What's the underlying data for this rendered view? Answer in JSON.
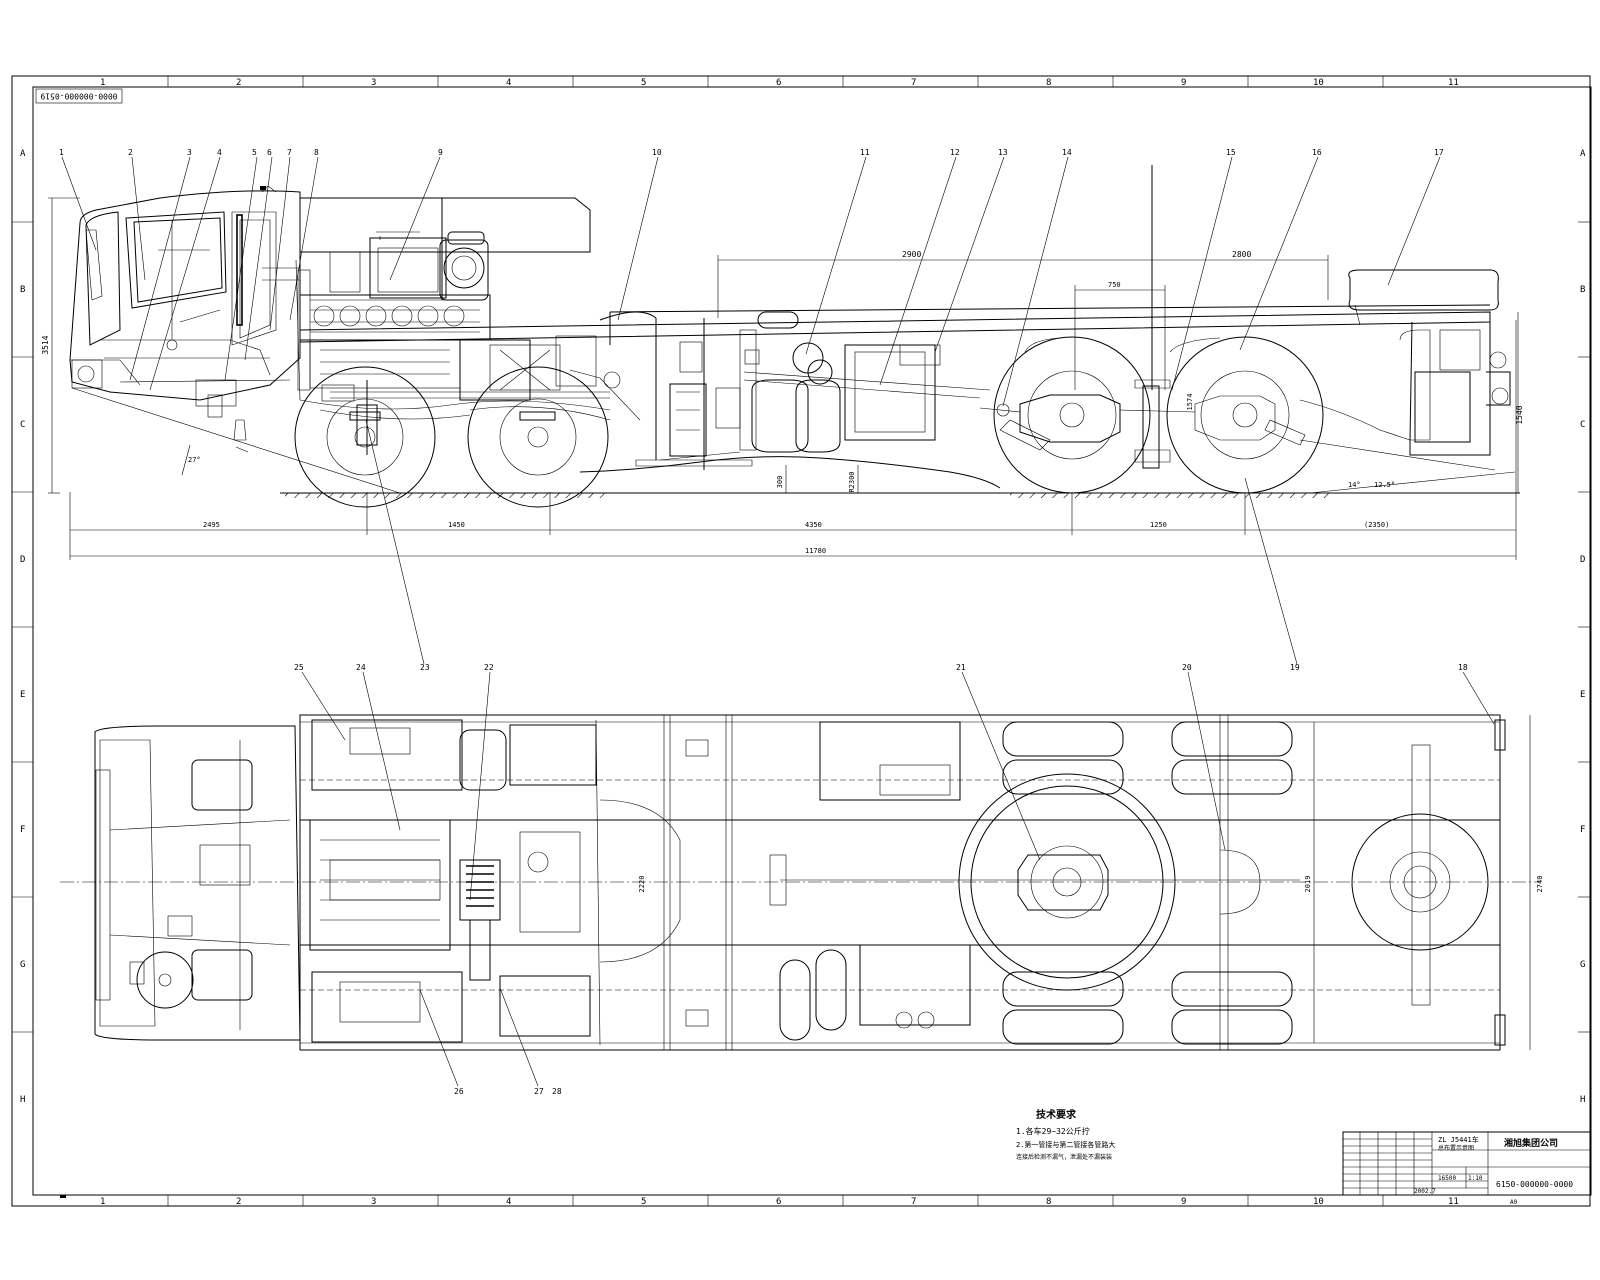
{
  "drawing": {
    "number_box": "0000-000000-0519",
    "zone_columns": [
      "1",
      "2",
      "3",
      "4",
      "5",
      "6",
      "7",
      "8",
      "9",
      "10",
      "11"
    ],
    "zone_rows": [
      "A",
      "B",
      "C",
      "D",
      "E",
      "F",
      "G",
      "H"
    ],
    "callouts_side": [
      "1",
      "2",
      "3",
      "4",
      "5",
      "6",
      "7",
      "8",
      "9",
      "10",
      "11",
      "12",
      "13",
      "14",
      "15",
      "16",
      "17"
    ],
    "callouts_plan": [
      "18",
      "19",
      "20",
      "21",
      "22",
      "23",
      "24",
      "25",
      "26",
      "27",
      "28"
    ],
    "dimensions": {
      "wheelbase_a": "2900",
      "wheelbase_b": "2800",
      "dim_750": "750",
      "height": "3514",
      "rear_height": "1540",
      "ground_300": "300",
      "r_clear": "R2300",
      "seg1": "2495",
      "seg2": "1450",
      "seg3": "4350",
      "seg4": "1250",
      "seg5": "(2350)",
      "total_length": "11780",
      "approach_angle": "27°",
      "departure_angle": "12.5°",
      "angle_small": "14°",
      "track_front": "2220",
      "track_rear": "2019",
      "overall_width": "2740",
      "dim_1574": "1574"
    },
    "tech_requirements": {
      "title": "技术要求",
      "items": [
        "1.各车29~32公斤拧",
        "2.第一管接与第二管接各管路大",
        "      连接后检测不漏气，泄漏处不漏装装"
      ]
    },
    "title_block": {
      "product": "ZL J5441车",
      "subtitle": "总布置示意图",
      "company": "湘旭集团公司",
      "drawing_no": "6150-000000-0000",
      "scale": "1:10",
      "weight": "16500",
      "date": "2002.7",
      "sheet": "A0"
    }
  }
}
